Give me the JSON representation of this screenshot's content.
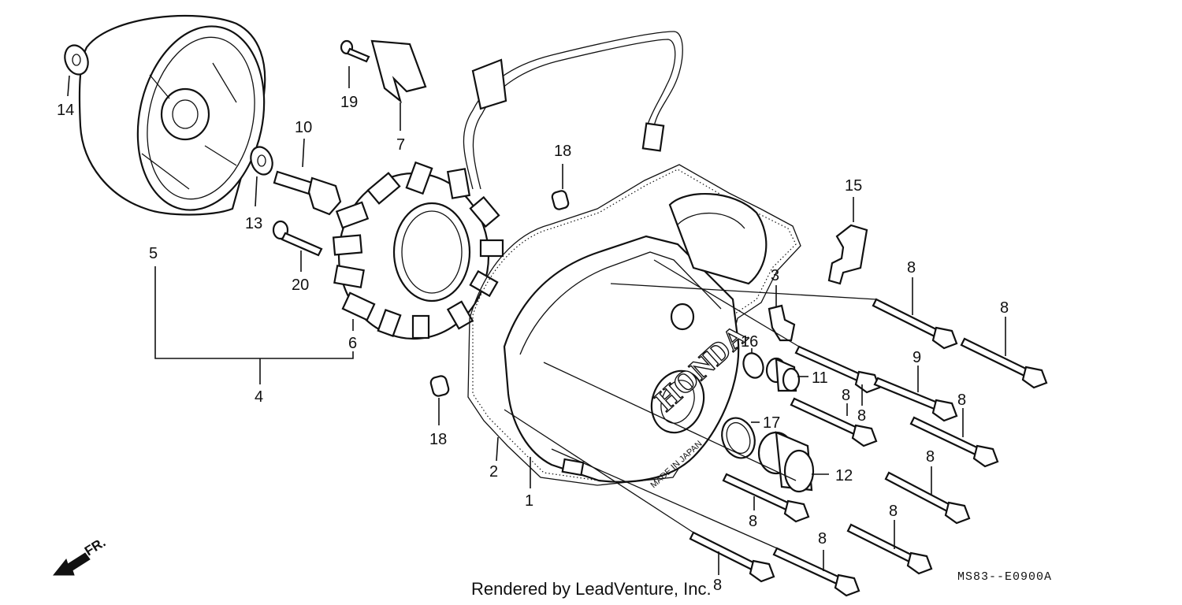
{
  "diagram": {
    "callouts": [
      "1",
      "2",
      "3",
      "4",
      "5",
      "6",
      "7",
      "8",
      "9",
      "10",
      "11",
      "12",
      "13",
      "14",
      "15",
      "16",
      "17",
      "18",
      "19",
      "20"
    ],
    "cover_brand": "HONDA",
    "cover_origin": "MADE IN JAPAN",
    "direction_marker": "FR.",
    "diagram_code": "MS83--E0900A",
    "credit": "Rendered by LeadVenture, Inc."
  }
}
